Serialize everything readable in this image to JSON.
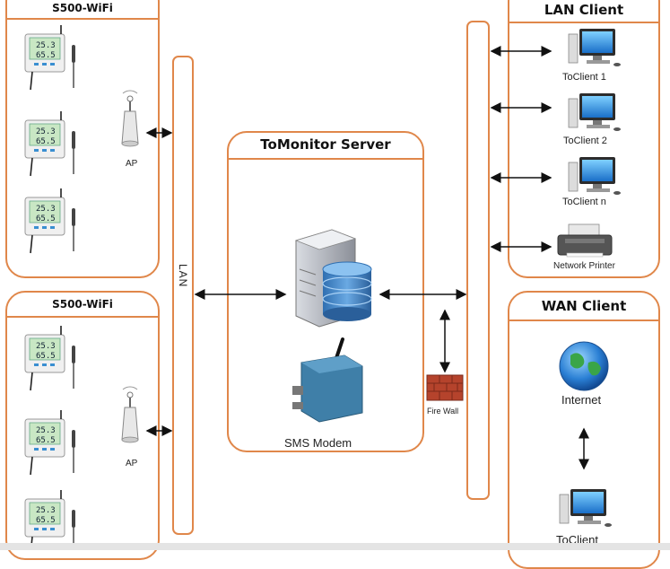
{
  "panels": {
    "s500_top": {
      "title": "S500-WiFi"
    },
    "s500_bottom": {
      "title": "S500-WiFi"
    },
    "server": {
      "title": "ToMonitor Server"
    },
    "lan_client": {
      "title": "LAN Client"
    },
    "wan_client": {
      "title": "WAN Client"
    }
  },
  "labels": {
    "lan_bus": "LAN",
    "ap_top": "AP",
    "ap_bottom": "AP",
    "sms_modem": "SMS Modem",
    "firewall": "Fire Wall",
    "client1": "ToClient 1",
    "client2": "ToClient 2",
    "clientn": "ToClient n",
    "printer": "Network Printer",
    "internet": "Internet",
    "wan_toclient": "ToClient"
  },
  "device_screen": {
    "line1": "25.3",
    "line2": "65.5"
  },
  "colors": {
    "border": "#e0874a",
    "arrow": "#111111",
    "brick": "#b5432c",
    "globe": "#2a7fd4"
  }
}
